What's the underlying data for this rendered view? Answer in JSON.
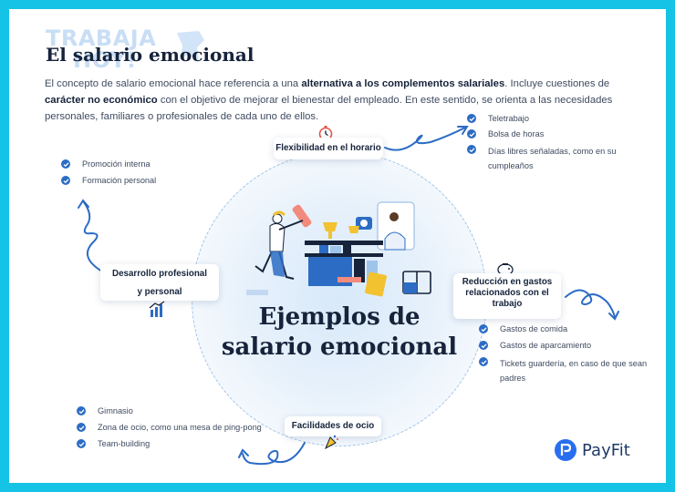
{
  "watermark": {
    "line1": "TRABAJA",
    "line2": "HOY!"
  },
  "title": "El salario emocional",
  "intro": {
    "p1": "El concepto de salario emocional hace referencia a una ",
    "b1": "alternativa a los complementos salariales",
    "p2": ". Incluye cuestiones de ",
    "b2": "carácter no económico",
    "p3": " con el objetivo de mejorar el bienestar del empleado. En este sentido, se orienta a las necesidades personales, familiares o profesionales de cada uno de ellos."
  },
  "center": {
    "line1": "Ejemplos de",
    "line2": "salario emocional"
  },
  "sections": {
    "flex": {
      "label": "Flexibilidad en el horario",
      "items": [
        "Teletrabajo",
        "Bolsa de horas",
        "Días libres señaladas, como en su cumpleaños"
      ]
    },
    "dev": {
      "label_line1": "Desarrollo profesional",
      "label_line2": "y personal",
      "items": [
        "Promoción interna",
        "Formación personal"
      ]
    },
    "cost": {
      "label": "Reducción en gastos relacionados con el trabajo",
      "items": [
        "Gastos de comida",
        "Gastos de aparcamiento",
        "Tickets guardería, en caso de que sean padres"
      ]
    },
    "leisure": {
      "label": "Facilidades de ocio",
      "items": [
        "Gimnasio",
        "Zona de ocio, como una mesa de ping-pong",
        "Team-building"
      ]
    }
  },
  "brand": {
    "name": "PayFit"
  },
  "colors": {
    "frame": "#14c3e6",
    "accent": "#2c6cc4",
    "heading": "#16233b",
    "text": "#3f4b60"
  }
}
